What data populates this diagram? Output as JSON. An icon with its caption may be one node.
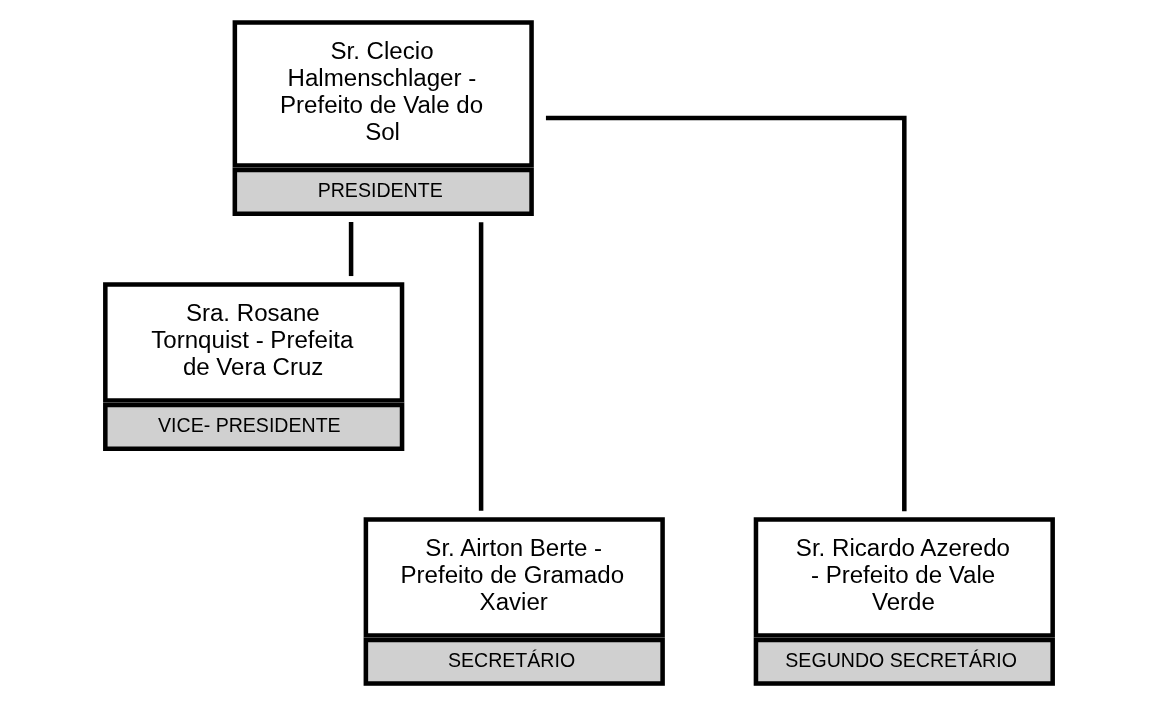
{
  "diagram": {
    "nodes": [
      {
        "text": [
          "Sr. Clecio Halmenschlager - Prefeito de Vale do Sol",
          "PRESIDENTE"
        ]
      },
      {
        "text": [
          "Sra. Rosane Tornquist - Prefeita de Vera Cruz",
          "VICE- PRESIDENTE"
        ]
      },
      {
        "text": [
          "Sr. Airton Berte - Prefeito de Gramado Xavier",
          "SECRETÁRIO"
        ]
      },
      {
        "text": [
          "Sr. Ricardo Azeredo - Prefeito de Vale Verde",
          "SEGUNDO SECRETÁRIO"
        ]
      }
    ],
    "edges": [
      {
        "from": 0,
        "to": 1,
        "arrow": "none"
      },
      {
        "from": 0,
        "to": 2,
        "arrow": "none"
      },
      {
        "from": 0,
        "to": 3,
        "arrow": "none"
      }
    ]
  }
}
